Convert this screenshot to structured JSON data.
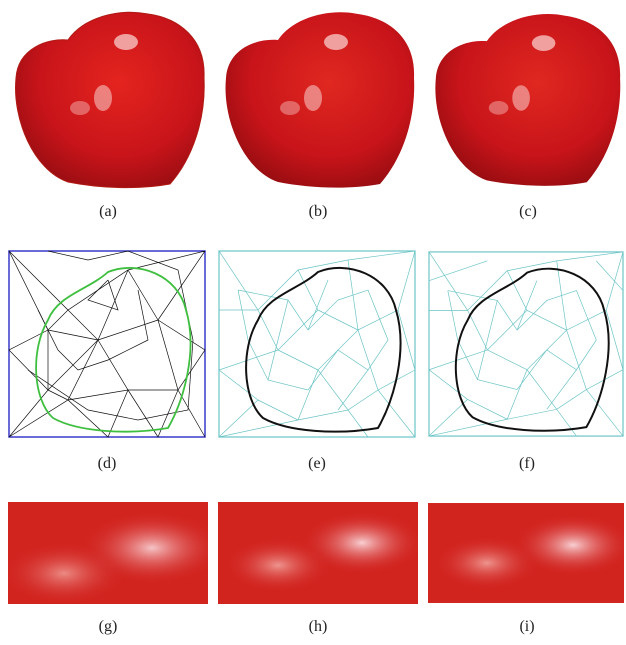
{
  "figure": {
    "captions": [
      "(a)",
      "(b)",
      "(c)",
      "(d)",
      "(e)",
      "(f)",
      "(g)",
      "(h)",
      "(i)"
    ]
  },
  "colors": {
    "tomato_red": "#c8141a",
    "tomato_highlight": "#f4b9b8",
    "mesh_black": "#111111",
    "mesh_cyan": "#6cc4c6",
    "boundary_green": "#3fbf3f",
    "frame_blue": "#3a3acc"
  }
}
